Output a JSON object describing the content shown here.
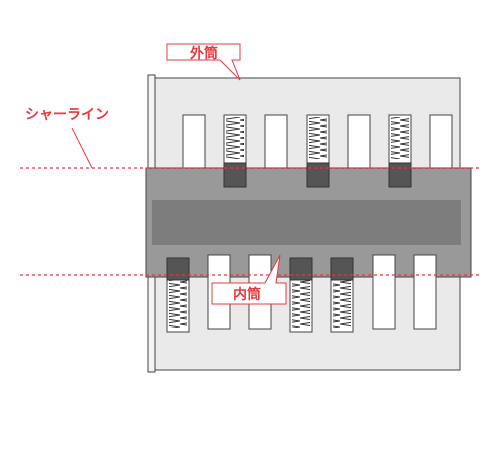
{
  "labels": {
    "outer_cylinder": "外筒",
    "inner_cylinder": "内筒",
    "shear_line": "シャーライン"
  },
  "colors": {
    "accent_red": "#e8383d",
    "outer_fill": "#eaeaea",
    "inner_fill": "#999999",
    "keyway_fill": "#7d7d7d",
    "pin_dark": "#555555",
    "outline": "#444444"
  }
}
